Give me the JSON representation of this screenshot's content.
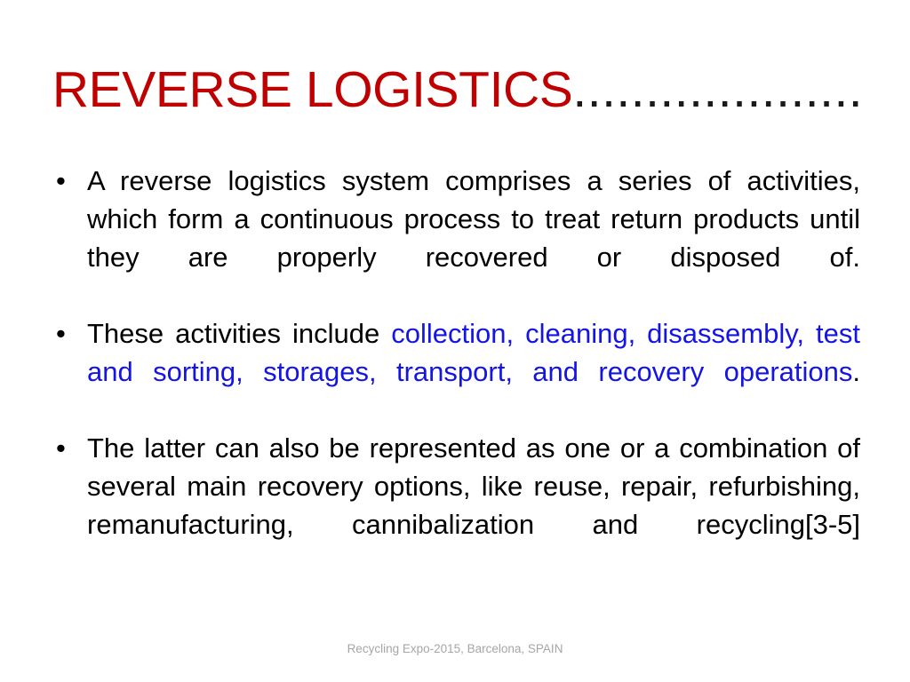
{
  "slide": {
    "background_color": "#FFFFFF",
    "title": {
      "text": "REVERSE LOGISTICS",
      "trailing_dots": "....................",
      "color": "#C00000",
      "dots_color": "#1A1A1A"
    },
    "bullets": [
      {
        "marker": "•",
        "segments": [
          {
            "text": "A reverse logistics system comprises a series of activities, which form a continuous process to treat return products until they are properly recovered or disposed of.",
            "color": "#000000"
          }
        ]
      },
      {
        "marker": "•",
        "segments": [
          {
            "text": "These activities include ",
            "color": "#000000"
          },
          {
            "text": "collection, cleaning, disassembly, test and sorting, storages, transport, and recovery operations",
            "color": "#1414E6"
          },
          {
            "text": ".",
            "color": "#000000"
          }
        ]
      },
      {
        "marker": "•",
        "segments": [
          {
            "text": "The latter can also be represented as one or a combination of several main recovery options, like reuse, repair, refurbishing, remanufacturing, cannibalization and recycling[3-5]",
            "color": "#000000"
          }
        ]
      }
    ],
    "footer": {
      "text": "Recycling Expo-2015, Barcelona, SPAIN",
      "color": "#A6A6A6"
    }
  }
}
